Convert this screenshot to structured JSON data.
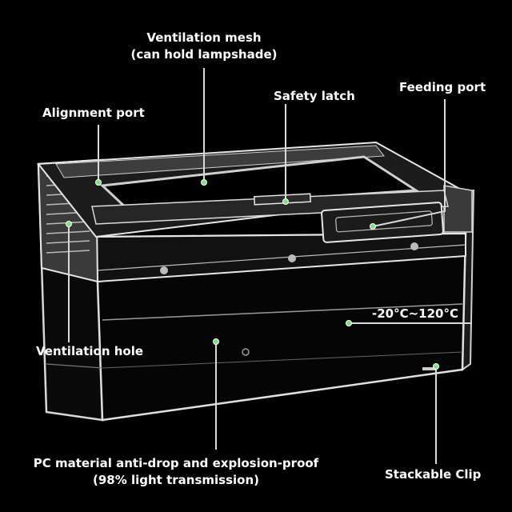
{
  "labels": {
    "ventilation_mesh_line1": "Ventilation mesh",
    "ventilation_mesh_line2": "(can hold lampshade)",
    "safety_latch": "Safety latch",
    "feeding_port": "Feeding port",
    "alignment_port": "Alignment port",
    "temperature_range": "-20°C~120°C",
    "ventilation_hole": "Ventilation hole",
    "pc_material_line1": "PC material anti-drop and explosion-proof",
    "pc_material_line2": "(98% light transmission)",
    "stackable_clip": "Stackable Clip"
  },
  "colors": {
    "background": "#000000",
    "text": "#ffffff",
    "leader_line": "#d9d9d9",
    "marker_dot": "#7ee07e",
    "acrylic_edge": "#e8e8e8"
  }
}
